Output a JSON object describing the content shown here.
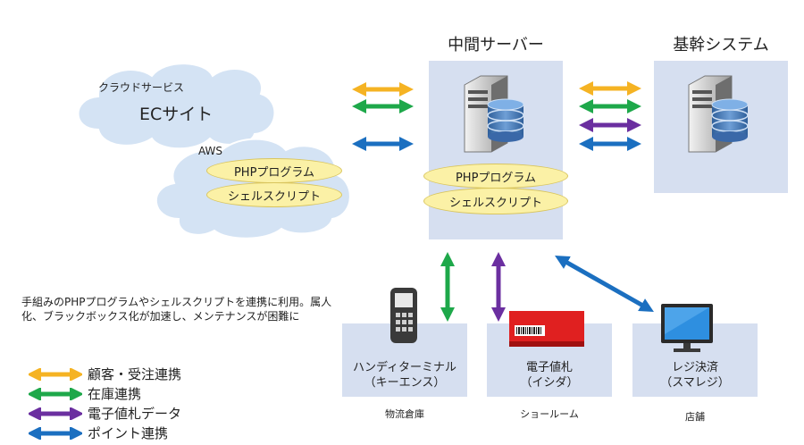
{
  "cloud": {
    "label": "クラウドサービス",
    "ec_label": "ECサイト",
    "aws_label": "AWS",
    "pill_php": "PHPプログラム",
    "pill_shell": "シェルスクリプト"
  },
  "middle_server": {
    "title": "中間サーバー",
    "pill_php": "PHPプログラム",
    "pill_shell": "シェルスクリプト"
  },
  "core_system": {
    "title": "基幹システム"
  },
  "stores": {
    "handy": {
      "line1": "ハンディターミナル",
      "line2": "（キーエンス）",
      "caption": "物流倉庫"
    },
    "tag": {
      "line1": "電子値札",
      "line2": "（イシダ）",
      "caption": "ショールーム"
    },
    "register": {
      "line1": "レジ決済",
      "line2": "（スマレジ）",
      "caption": "店舗"
    }
  },
  "note": "手組みのPHPプログラムやシェルスクリプトを連携に利用。属人化、ブラックボックス化が加速し、メンテナンスが困難に",
  "legend": [
    {
      "label": "顧客・受注連携",
      "color": "#f5b323"
    },
    {
      "label": "在庫連携",
      "color": "#1ea84a"
    },
    {
      "label": "電子値札データ",
      "color": "#6b2fa0"
    },
    {
      "label": "ポイント連携",
      "color": "#1b6fc0"
    }
  ],
  "colors": {
    "orange": "#f5b323",
    "green": "#1ea84a",
    "purple": "#6b2fa0",
    "blue": "#1b6fc0",
    "panel": "#d6dff0",
    "cloud": "#d4e3f4"
  }
}
